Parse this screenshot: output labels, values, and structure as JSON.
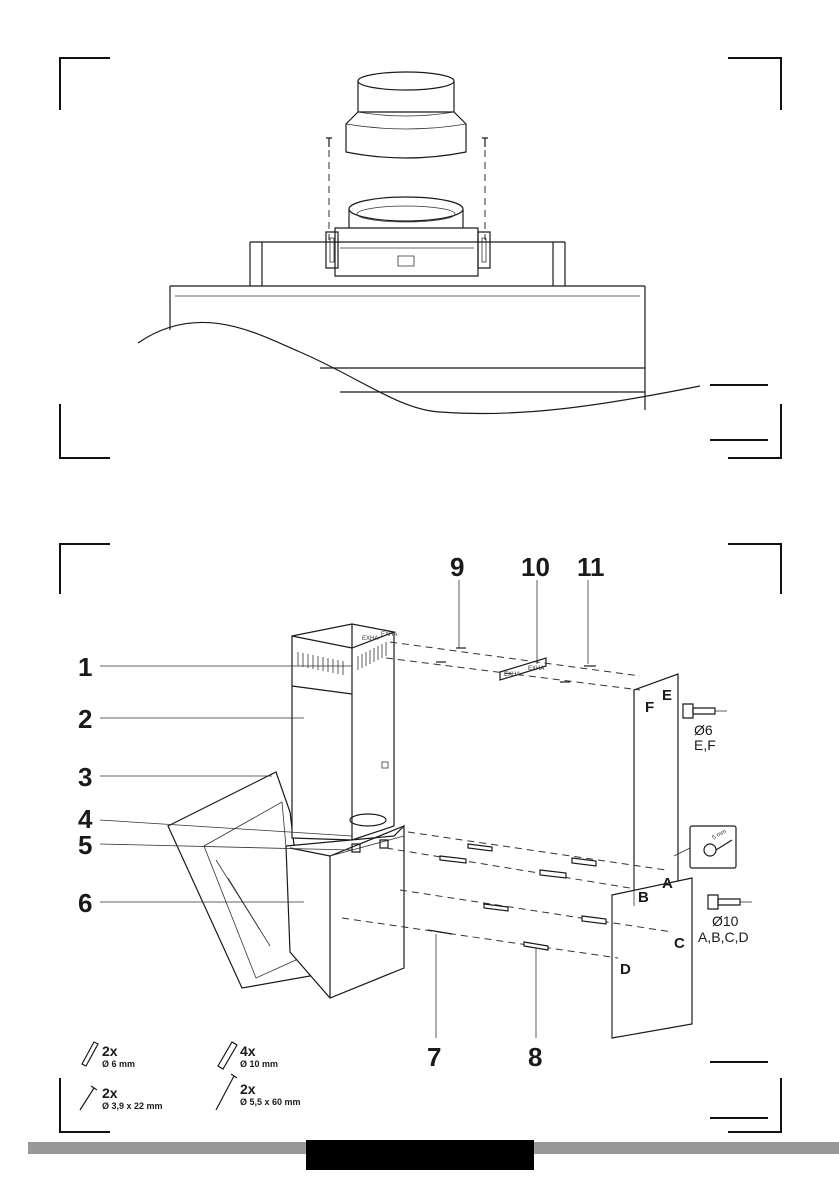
{
  "callouts": {
    "c1": "1",
    "c2": "2",
    "c3": "3",
    "c4": "4",
    "c5": "5",
    "c6": "6",
    "c7": "7",
    "c8": "8",
    "c9": "9",
    "c10": "10",
    "c11": "11"
  },
  "points": {
    "A": "A",
    "B": "B",
    "C": "C",
    "D": "D",
    "E": "E",
    "F": "F"
  },
  "drill_small": {
    "diameter": "Ø6",
    "holes": "E,F"
  },
  "drill_large": {
    "diameter": "Ø10",
    "holes": "A,B,C,D"
  },
  "tool_size": "5 mm",
  "parts_list": [
    {
      "qty": "2x",
      "size": "Ø 6 mm"
    },
    {
      "qty": "4x",
      "size": "Ø 10 mm"
    },
    {
      "qty": "2x",
      "size": "Ø 3,9 x 22 mm"
    },
    {
      "qty": "2x",
      "size": "Ø 5,5 x 60 mm"
    }
  ],
  "colors": {
    "footer_bar": "#999999",
    "footer_block": "#000000",
    "line": "#1a1a1a"
  }
}
